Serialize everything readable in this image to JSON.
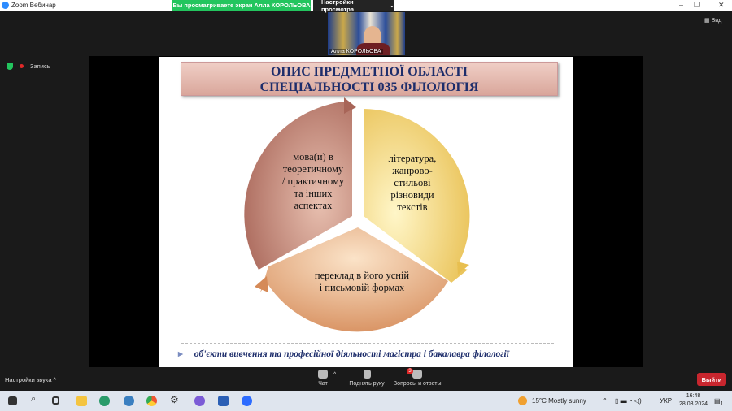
{
  "window": {
    "title": "Zoom Вебинар",
    "share_banner": "Вы просматриваете экран Алла КОРОЛЬОВА",
    "view_settings": "Настройки просмотра",
    "minimize": "–",
    "restore": "❐",
    "close": "✕"
  },
  "video": {
    "name": "Алла КОРОЛЬОВА"
  },
  "view_button": "Вид",
  "recording": "Запись",
  "slide": {
    "title_line1": "ОПИС ПРЕДМЕТНОЇ ОБЛАСТІ",
    "title_line2": "СПЕЦІАЛЬНОСТІ 035 ФІЛОЛОГІЯ",
    "segments": [
      {
        "lines": [
          "мова(и) в",
          "теоретичному",
          "/ практичному",
          "та інших",
          "аспектах"
        ],
        "color": "#b97d70"
      },
      {
        "lines": [
          "література,",
          "жанрово-",
          "стильові",
          "різновиди",
          "текстів"
        ],
        "color": "#f0d276"
      },
      {
        "lines": [
          "переклад в його усній",
          "і письмовій формах"
        ],
        "color": "#e3a97c"
      }
    ],
    "footer": "об'єкти вивчення та професійної діяльності магістра і бакалавра філології"
  },
  "controls": {
    "sound_settings": "Настройки звука",
    "chat": "Чат",
    "raise_hand": "Поднять руку",
    "qa": "Вопросы и ответы",
    "qa_badge": "3",
    "exit": "Выйти"
  },
  "taskbar": {
    "weather": "15°C  Mostly sunny",
    "lang": "УКР",
    "time": "16:48",
    "date": "28.03.2024",
    "notif": "1"
  }
}
